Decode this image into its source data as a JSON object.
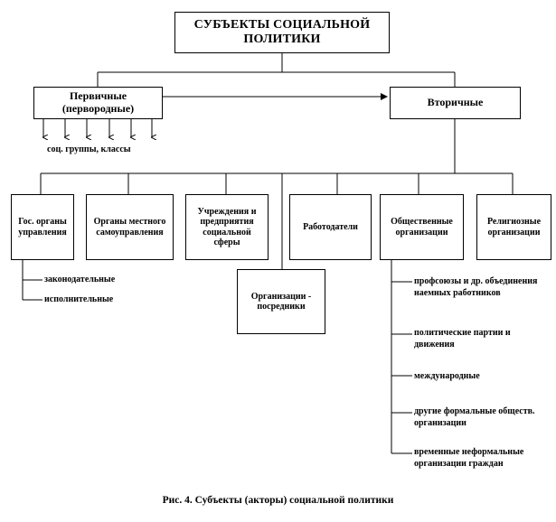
{
  "root": "СУБЪЕКТЫ СОЦИАЛЬНОЙ ПОЛИТИКИ",
  "primary": "Первичные (первородные)",
  "secondary": "Вторичные",
  "primary_sub": "соц. группы, классы",
  "secondary_children": [
    "Гос. органы управления",
    "Органы местного самоуправления",
    "Учреждения и предприятия социальной сферы",
    "Организации - посредники",
    "Работодатели",
    "Общественные организации",
    "Религиозные организации"
  ],
  "gov_items": [
    "законодательные",
    "исполнительные"
  ],
  "public_items": [
    "профсоюзы и др. объединения наемных работников",
    "политические партии и движения",
    "международные",
    "другие формальные обществ. организации",
    "временные неформальные организации граждан"
  ],
  "caption": "Рис. 4. Субъекты (акторы) социальной политики"
}
